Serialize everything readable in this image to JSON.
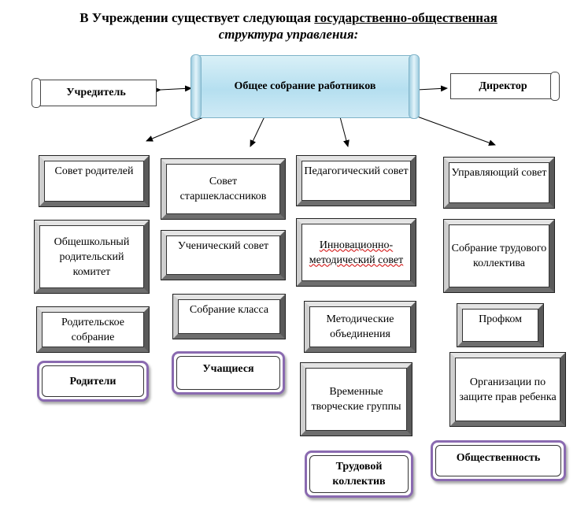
{
  "title": {
    "line1_plain": "В Учреждении существует следующая ",
    "line1_underlined": "государственно-общественная",
    "line2": "структура управления:"
  },
  "top": {
    "founder": "Учредитель",
    "general_assembly": "Общее собрание работников",
    "director": "Директор"
  },
  "columns": {
    "parents": {
      "boxes": [
        "Совет родителей",
        "Общешкольный родительский комитет",
        "Родительское собрание"
      ],
      "label": "Родители"
    },
    "students": {
      "boxes": [
        "Совет старшеклассников",
        "Ученический совет",
        "Собрание класса"
      ],
      "label": "Учащиеся"
    },
    "staff": {
      "boxes": [
        "Педагогический совет",
        "Инновационно-методический совет",
        "Методические объединения",
        "Временные творческие группы"
      ],
      "label": "Трудовой коллектив"
    },
    "public": {
      "boxes": [
        "Управляющий совет",
        "Собрание трудового коллектива",
        "Профком",
        "Организации по защите прав ребенка"
      ],
      "label": "Общественность"
    }
  }
}
